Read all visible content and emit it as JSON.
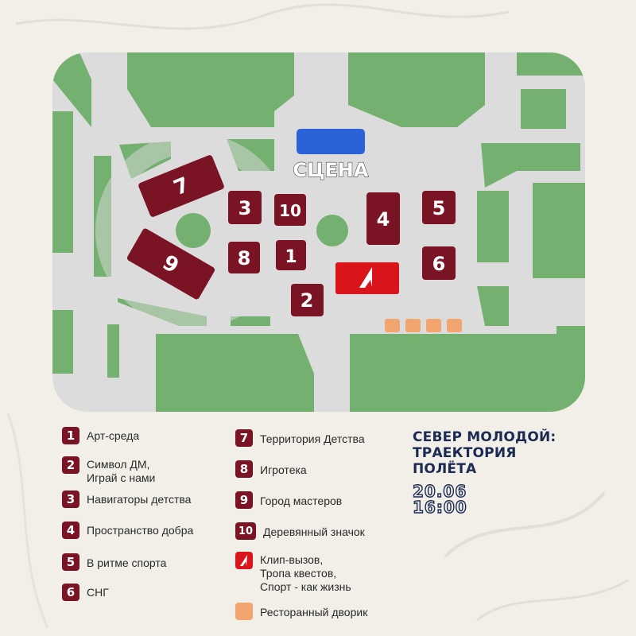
{
  "map": {
    "stage_label": "СЦЕНА",
    "zones": {
      "z1": "1",
      "z2": "2",
      "z3": "3",
      "z4": "4",
      "z5": "5",
      "z6": "6",
      "z7": "7",
      "z8": "8",
      "z9": "9",
      "z10": "10"
    }
  },
  "legend": {
    "items": [
      {
        "badge": "1",
        "label": "Арт-среда"
      },
      {
        "badge": "2",
        "label": "Символ ДМ,\nИграй с нами"
      },
      {
        "badge": "3",
        "label": "Навигаторы детства"
      },
      {
        "badge": "4",
        "label": "Пространство добра"
      },
      {
        "badge": "5",
        "label": "В ритме спорта"
      },
      {
        "badge": "6",
        "label": "СНГ"
      },
      {
        "badge": "7",
        "label": "Территория Детства"
      },
      {
        "badge": "8",
        "label": "Игротека"
      },
      {
        "badge": "9",
        "label": "Город мастеров"
      },
      {
        "badge": "10",
        "label": "Деревянный значок"
      },
      {
        "badge_icon": "red-arrow-logo-icon",
        "label": "Клип-вызов,\nТропа квестов,\nСпорт - как жизнь"
      },
      {
        "badge_icon": "orange-square-icon",
        "label": "Ресторанный дворик"
      }
    ]
  },
  "event": {
    "title_lines": [
      "СЕВЕР МОЛОДОЙ:",
      "ТРАЕКТОРИЯ",
      "ПОЛЁТА"
    ],
    "date": "20.06",
    "time": "16:00"
  },
  "colors": {
    "zone_maroon": "#7a1424",
    "stage_blue": "#2a63d8",
    "special_red": "#d9141b",
    "food_orange": "#f2a56f",
    "lawn_green": "#74b070",
    "path_grey": "#dcdcdc",
    "title_navy": "#1b2a52"
  }
}
